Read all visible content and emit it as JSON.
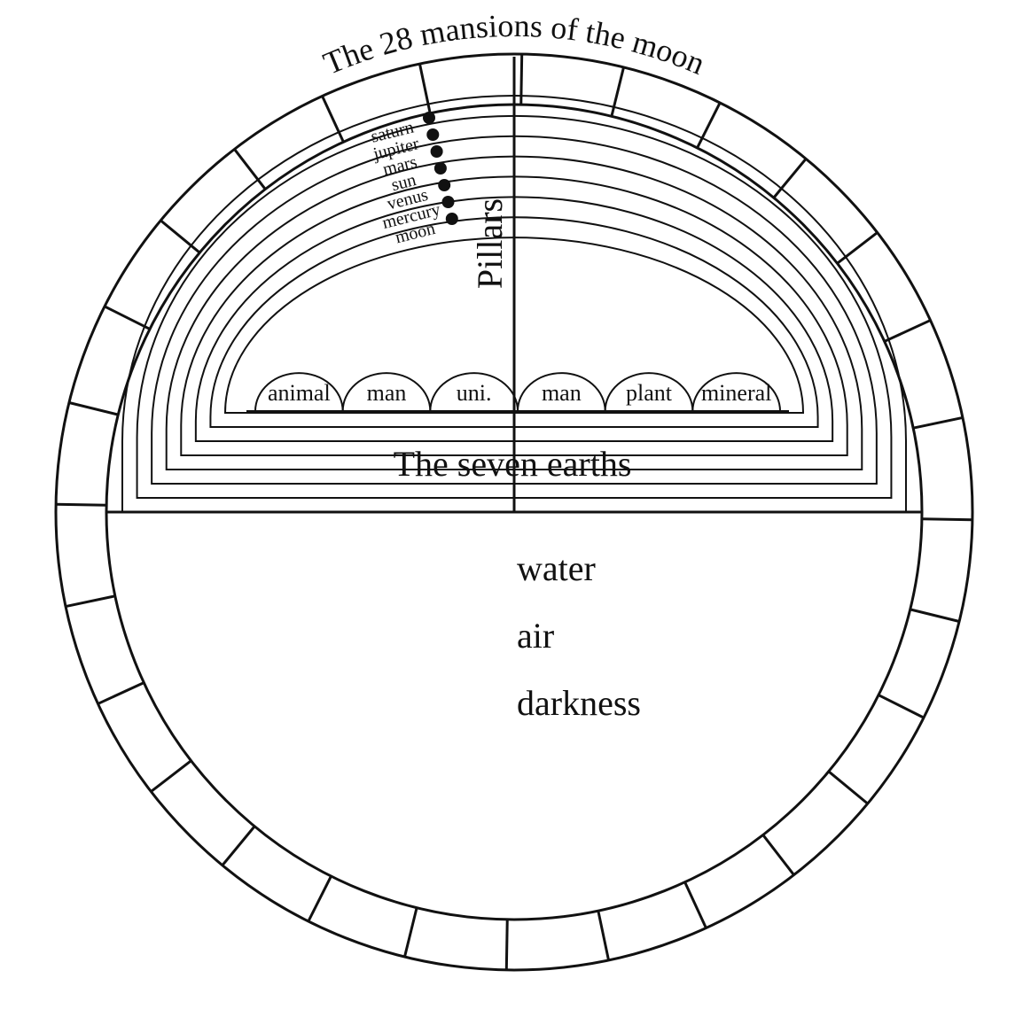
{
  "title": "The 28 mansions of the moon",
  "mansion_count": 28,
  "pillars_label": "Pillars",
  "earths_label": "The seven earths",
  "earth_count": 7,
  "planets": [
    "saturn",
    "jupiter",
    "mars",
    "sun",
    "venus",
    "mercury",
    "moon"
  ],
  "kingdoms": [
    "animal",
    "man",
    "uni.",
    "man",
    "plant",
    "mineral"
  ],
  "lower_realms": [
    "water",
    "air",
    "darkness"
  ],
  "colors": {
    "ink": "#111111",
    "background": "#ffffff"
  }
}
